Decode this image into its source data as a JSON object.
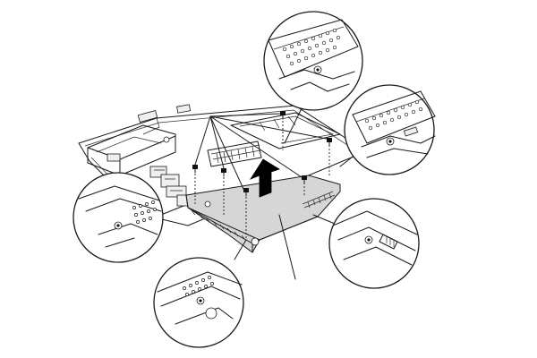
{
  "figure": {
    "kind": "exploded-assembly-illustration",
    "colors": {
      "line": "#1a1a1a",
      "panel_fill": "#d6d6d6",
      "arrow_fill": "#000000",
      "background": "#ffffff"
    },
    "icons": [
      "screw-icon",
      "lift-up-arrow-icon"
    ],
    "screw_count": 6,
    "callout_count": 5
  }
}
